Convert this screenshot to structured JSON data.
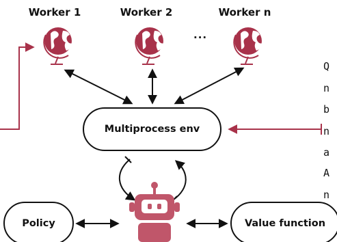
{
  "workers": [
    {
      "label": "Worker 1"
    },
    {
      "label": "Worker 2"
    },
    {
      "label": "Worker n"
    }
  ],
  "ellipsis": "...",
  "nodes": {
    "multiprocess_env": "Multiprocess env",
    "policy": "Policy",
    "value_function": "Value function"
  },
  "side_note_fragments": [
    "Q",
    "n",
    "b",
    "n",
    "a",
    "A",
    "n"
  ],
  "colors": {
    "accent": "#a8324a",
    "stroke": "#111111",
    "globe": "#a8324a",
    "robot": "#c0566a"
  }
}
